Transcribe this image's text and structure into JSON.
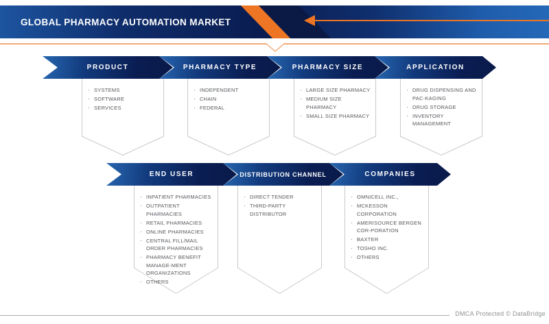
{
  "header": {
    "title": "GLOBAL PHARMACY AUTOMATION MARKET"
  },
  "rows": [
    {
      "segments": [
        {
          "label": "PRODUCT",
          "items": [
            "SYSTEMS",
            "SOFTWARE",
            "SERVICES"
          ]
        },
        {
          "label": "PHARMACY TYPE",
          "items": [
            "INDEPENDENT",
            "CHAIN",
            "FEDERAL"
          ]
        },
        {
          "label": "PHARMACY SIZE",
          "items": [
            "LARGE SIZE PHARMACY",
            "MEDIUM SIZE PHARMACY",
            "SMALL SIZE PHARMACY"
          ]
        },
        {
          "label": "APPLICATION",
          "items": [
            "DRUG DISPENSING AND PAC-KAGING",
            "DRUG STORAGE",
            "INVENTORY MANAGEMENT"
          ]
        }
      ]
    },
    {
      "segments": [
        {
          "label": "END USER",
          "items": [
            "INPATIENT PHARMACIES",
            "OUTPATIENT PHARMACIES",
            "RETAIL PHARMACIES",
            "ONLINE PHARMACIES",
            "CENTRAL FILL/MAIL ORDER PHARMACIES",
            "PHARMACY BENEFIT MANAGE-MENT ORGANIZATIONS",
            "OTHERS"
          ]
        },
        {
          "label": "DISTRIBUTION CHANNEL",
          "items": [
            "DIRECT TENDER",
            "THIRD-PARTY DISTRIBUTOR"
          ]
        },
        {
          "label": "COMPANIES",
          "items": [
            "OMNICELL INC.,",
            "MCKESSON CORPORATION",
            "AMERISOURCE BERGEN COR-PORATION",
            "BAXTER",
            "TOSHO INC.",
            "OTHERS"
          ]
        }
      ]
    }
  ],
  "footer": {
    "text": "DMCA Protected © DataBridge"
  },
  "icons": {
    "left_arrow": "left-arrow-icon",
    "v_notch": "v-notch-icon"
  },
  "colors": {
    "accent_orange": "#ee7524",
    "underline_orange": "#f2a873",
    "header_navy_dark": "#0a1c50",
    "header_blue_light": "#2468b8",
    "band_navy": "#0a1d52",
    "band_blue": "#2766b0",
    "box_border": "#c9c9c9",
    "bullet_text": "#54575c",
    "footer_text": "#8d9091"
  }
}
